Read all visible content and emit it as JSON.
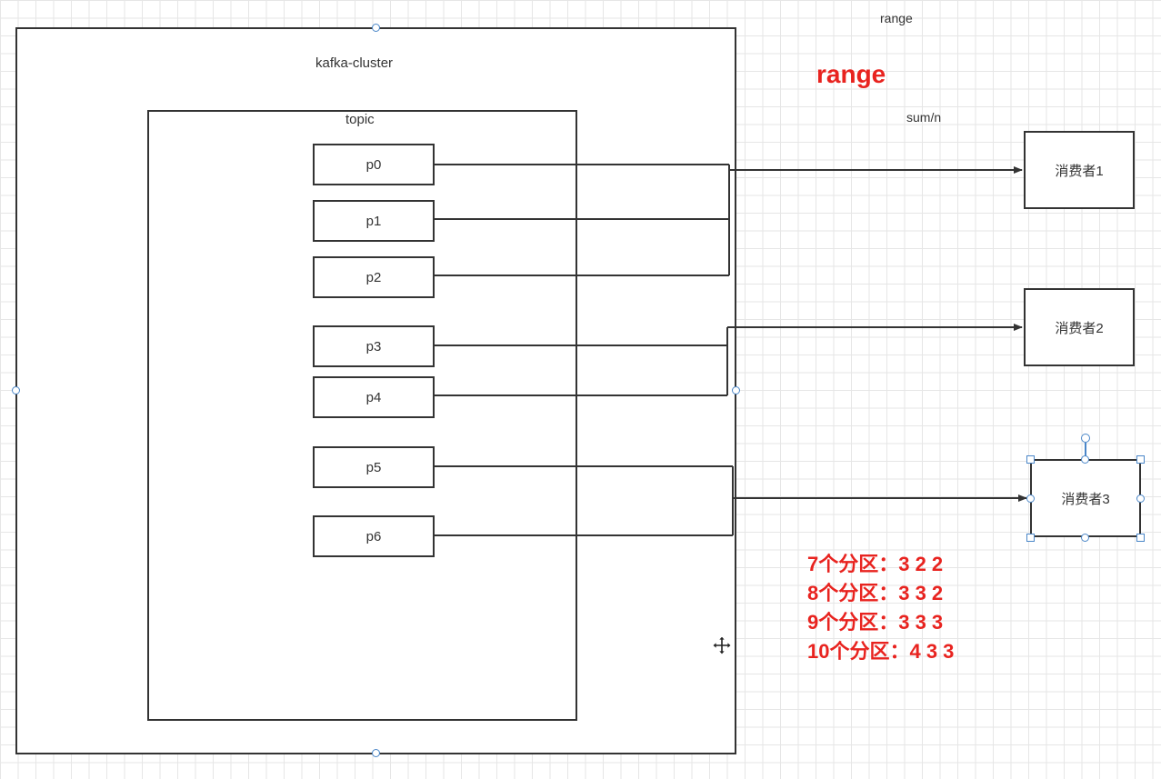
{
  "header": {
    "small_label": "range",
    "strategy_title": "range",
    "formula": "sum/n"
  },
  "cluster": {
    "label": "kafka-cluster"
  },
  "topic": {
    "label": "topic"
  },
  "partitions": [
    "p0",
    "p1",
    "p2",
    "p3",
    "p4",
    "p5",
    "p6"
  ],
  "consumers": [
    "消费者1",
    "消费者2",
    "消费者3"
  ],
  "notes": [
    "7个分区：3 2 2",
    "8个分区：3 3 2",
    "9个分区：3 3 3",
    "10个分区：4 3 3"
  ],
  "colors": {
    "accent_red": "#e8231f",
    "stroke": "#333333",
    "selection": "#4a86c8"
  },
  "icons": {
    "move": "move-cursor-icon"
  }
}
